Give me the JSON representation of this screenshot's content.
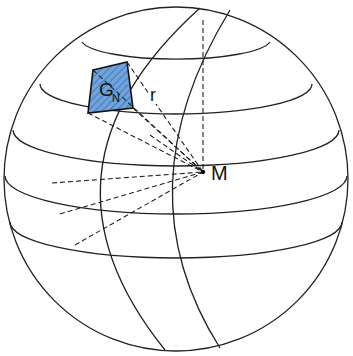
{
  "diagram": {
    "labels": [
      "G",
      "N",
      "r",
      "M"
    ]
  }
}
